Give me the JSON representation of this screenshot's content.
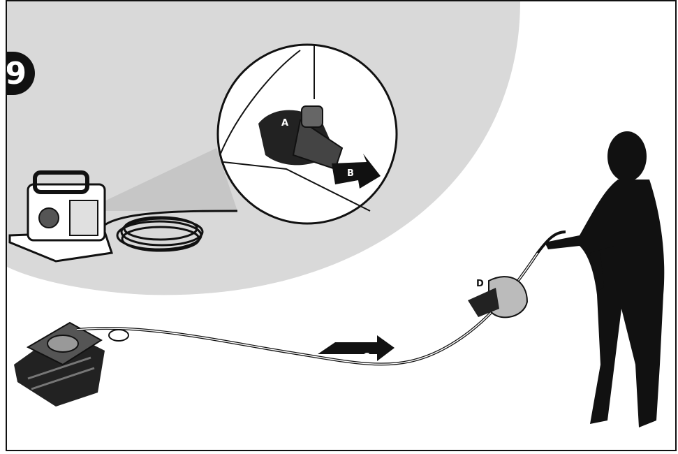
{
  "step": {
    "number": "9"
  },
  "labels": {
    "a": "A",
    "b": "B",
    "c": "C",
    "d": "D"
  },
  "colors": {
    "ink": "#111111",
    "shade": "#d9d9d9",
    "paper": "#ffffff",
    "mid": "#9a9a9a"
  }
}
